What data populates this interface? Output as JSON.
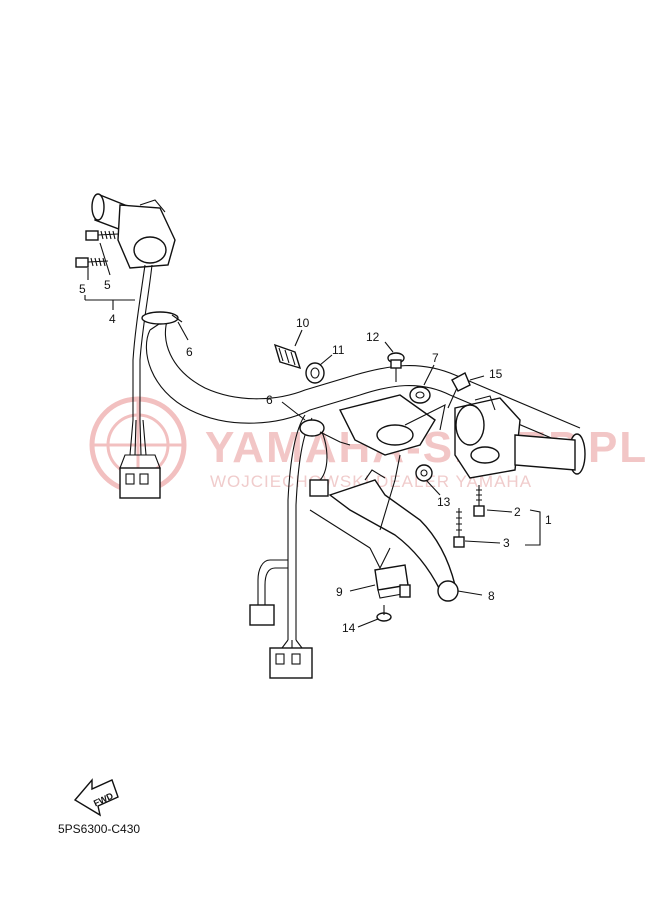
{
  "watermark": {
    "title": "YAMAHA-SKLEP.PL",
    "subtitle": "WOJCIECHOWSKI DEALER YAMAHA"
  },
  "callouts": [
    "1",
    "2",
    "3",
    "4",
    "5",
    "5",
    "6",
    "6",
    "7",
    "8",
    "9",
    "10",
    "11",
    "12",
    "13",
    "14",
    "15"
  ],
  "fwd_label": "FWD",
  "diagram_code": "5PS6300-C430"
}
